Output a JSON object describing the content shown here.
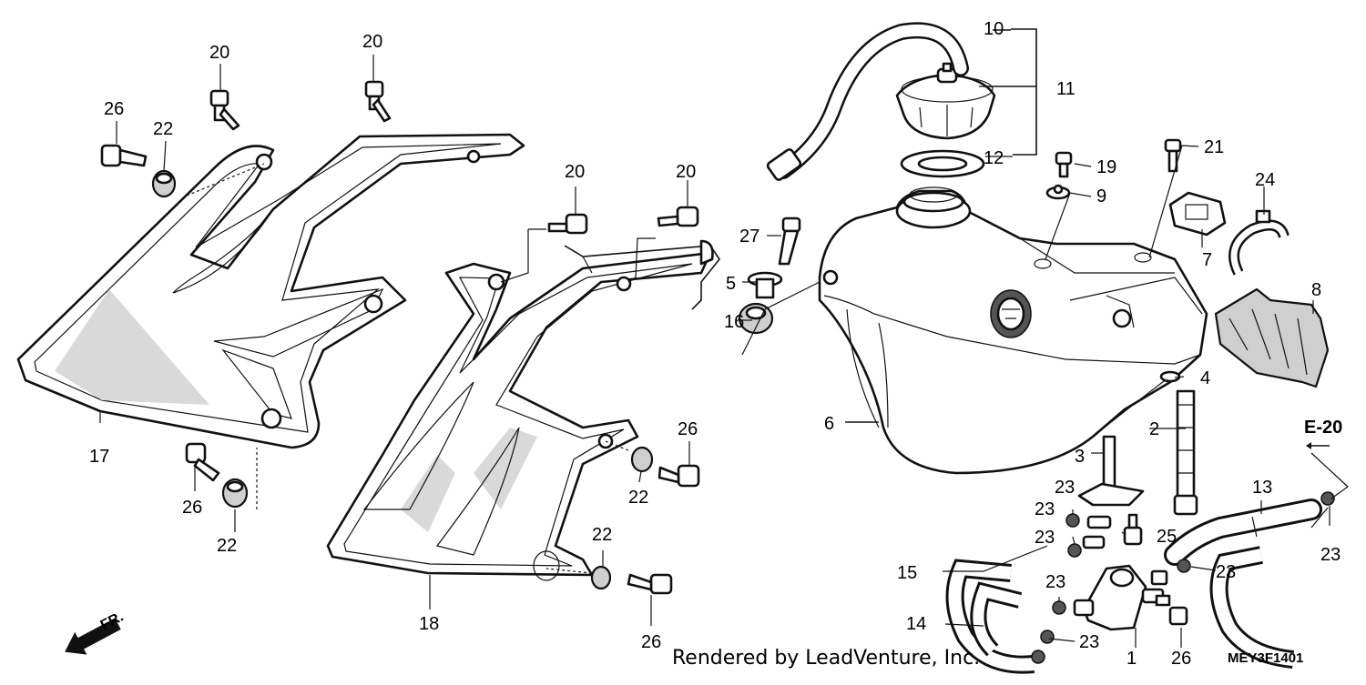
{
  "callouts": {
    "c1": "1",
    "c2": "2",
    "c3": "3",
    "c4": "4",
    "c5": "5",
    "c6": "6",
    "c7": "7",
    "c8": "8",
    "c9": "9",
    "c10": "10",
    "c11": "11",
    "c12": "12",
    "c13": "13",
    "c14": "14",
    "c15": "15",
    "c16": "16",
    "c17": "17",
    "c18": "18",
    "c19": "19",
    "c20": "20",
    "c21": "21",
    "c22": "22",
    "c23": "23",
    "c24": "24",
    "c25": "25",
    "c26": "26",
    "c27": "27"
  },
  "footer": {
    "credit": "Rendered by LeadVenture, Inc.",
    "diagram_code": "MEY3F1401"
  },
  "references": {
    "section": "E-20",
    "front": "FR."
  },
  "icons": {
    "front_arrow": "front-direction-arrow-icon"
  }
}
